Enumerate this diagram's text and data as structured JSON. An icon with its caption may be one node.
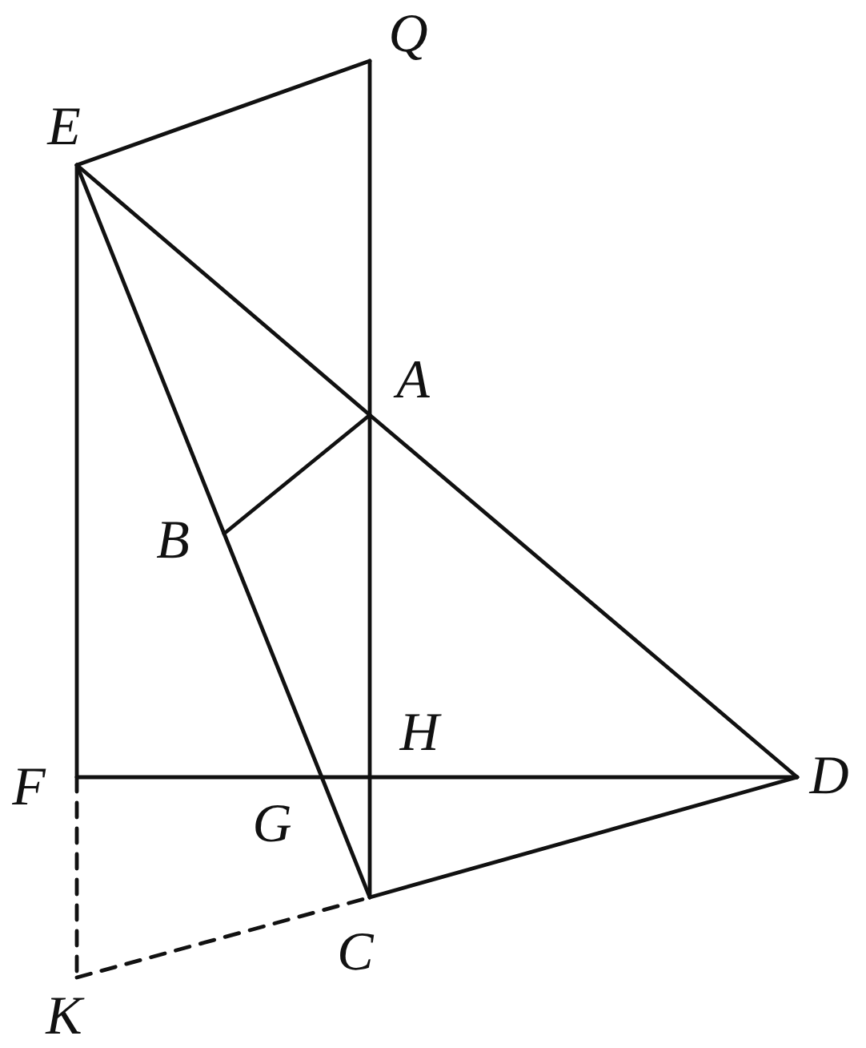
{
  "diagram": {
    "nodes": [
      {
        "text": [
          "Q"
        ]
      },
      {
        "text": [
          "E"
        ]
      },
      {
        "text": [
          "A"
        ]
      },
      {
        "text": [
          "B"
        ]
      },
      {
        "text": [
          "H"
        ]
      },
      {
        "text": [
          "F"
        ]
      },
      {
        "text": [
          "D"
        ]
      },
      {
        "text": [
          "G"
        ]
      },
      {
        "text": [
          "C"
        ]
      },
      {
        "text": [
          "K"
        ]
      }
    ],
    "edges": [
      {
        "from": 1,
        "to": 0,
        "arrow": "none"
      },
      {
        "from": 0,
        "to": 2,
        "arrow": "none"
      },
      {
        "from": 1,
        "to": 2,
        "arrow": "none"
      },
      {
        "from": 2,
        "to": 6,
        "arrow": "none"
      },
      {
        "from": 1,
        "to": 3,
        "arrow": "none"
      },
      {
        "from": 2,
        "to": 3,
        "arrow": "none"
      },
      {
        "from": 2,
        "to": 4,
        "arrow": "none"
      },
      {
        "from": 1,
        "to": 5,
        "arrow": "none"
      },
      {
        "from": 3,
        "to": 7,
        "arrow": "none"
      },
      {
        "from": 5,
        "to": 7,
        "arrow": "none"
      },
      {
        "from": 7,
        "to": 4,
        "arrow": "none"
      },
      {
        "from": 4,
        "to": 6,
        "arrow": "none"
      },
      {
        "from": 4,
        "to": 8,
        "arrow": "none"
      },
      {
        "from": 7,
        "to": 8,
        "arrow": "none"
      },
      {
        "from": 8,
        "to": 6,
        "arrow": "none"
      },
      {
        "from": 5,
        "to": 9,
        "arrow": "none",
        "style": "dashed"
      },
      {
        "from": 9,
        "to": 8,
        "arrow": "none",
        "style": "dashed"
      }
    ]
  }
}
